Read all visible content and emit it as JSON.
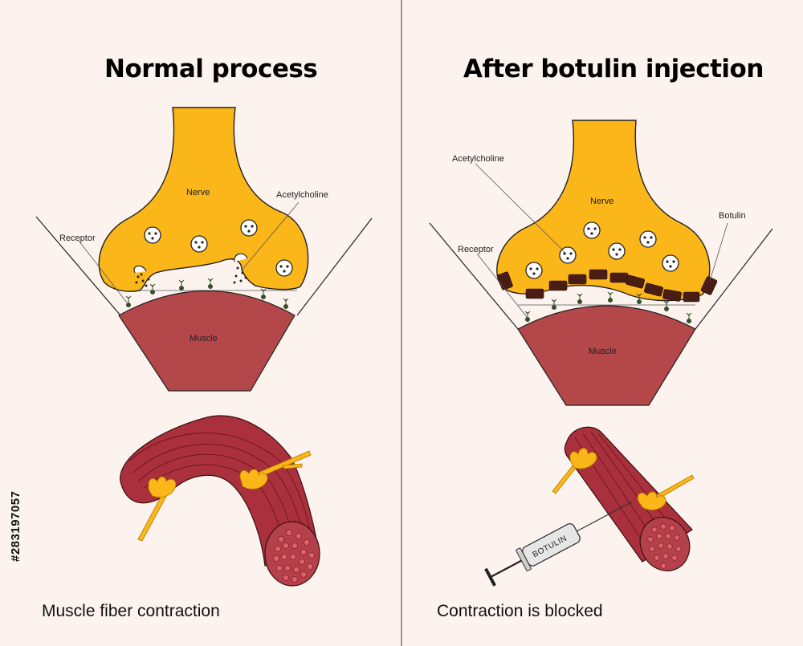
{
  "panels": {
    "left": {
      "title": "Normal process",
      "caption": "Muscle fiber contraction",
      "labels": {
        "nerve": "Nerve",
        "acetylcholine": "Acetylcholine",
        "receptor": "Receptor",
        "muscle": "Muscle"
      }
    },
    "right": {
      "title": "After botulin injection",
      "caption": "Contraction is blocked",
      "labels": {
        "nerve": "Nerve",
        "acetylcholine": "Acetylcholine",
        "receptor": "Receptor",
        "muscle": "Muscle",
        "botulin": "Botulin"
      },
      "syringe_label": "BOTULIN"
    }
  },
  "stock_id": "#283197057",
  "colors": {
    "background": "#fcf3ee",
    "nerve": "#fbb619",
    "muscle": "#b3474a",
    "muscle_fiber": "#a9303c",
    "toxin": "#4a1d14",
    "receptor": "#35502a",
    "divider": "#777777"
  }
}
